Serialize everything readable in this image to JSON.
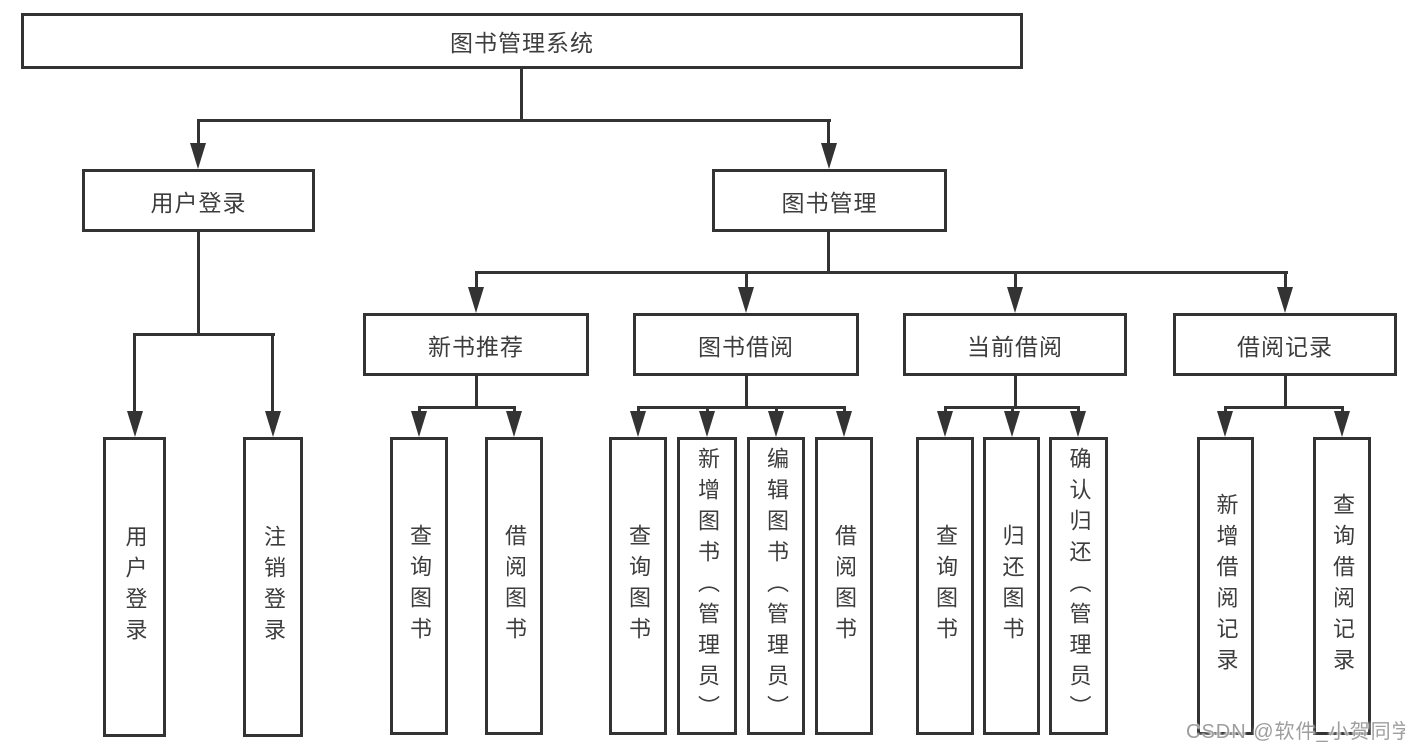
{
  "title": "图书管理系统",
  "tree": {
    "label": "图书管理系统",
    "children": [
      {
        "label": "用户登录",
        "children": [
          {
            "label": "用户登录"
          },
          {
            "label": "注销登录"
          }
        ]
      },
      {
        "label": "图书管理",
        "children": [
          {
            "label": "新书推荐",
            "children": [
              {
                "label": "查询图书"
              },
              {
                "label": "借阅图书"
              }
            ]
          },
          {
            "label": "图书借阅",
            "children": [
              {
                "label": "查询图书"
              },
              {
                "label": "新增图书（管理员）"
              },
              {
                "label": "编辑图书（管理员）"
              },
              {
                "label": "借阅图书"
              }
            ]
          },
          {
            "label": "当前借阅",
            "children": [
              {
                "label": "查询图书"
              },
              {
                "label": "归还图书"
              },
              {
                "label": "确认归还（管理员）"
              }
            ]
          },
          {
            "label": "借阅记录",
            "children": [
              {
                "label": "新增借阅记录"
              },
              {
                "label": "查询借阅记录"
              }
            ]
          }
        ]
      }
    ]
  },
  "watermark": "CSDN @软件_小贺同学",
  "colors": {
    "line": "#333333",
    "text": "#3d3d3d",
    "background": "#ffffff",
    "watermark": "#9e9e9e"
  }
}
